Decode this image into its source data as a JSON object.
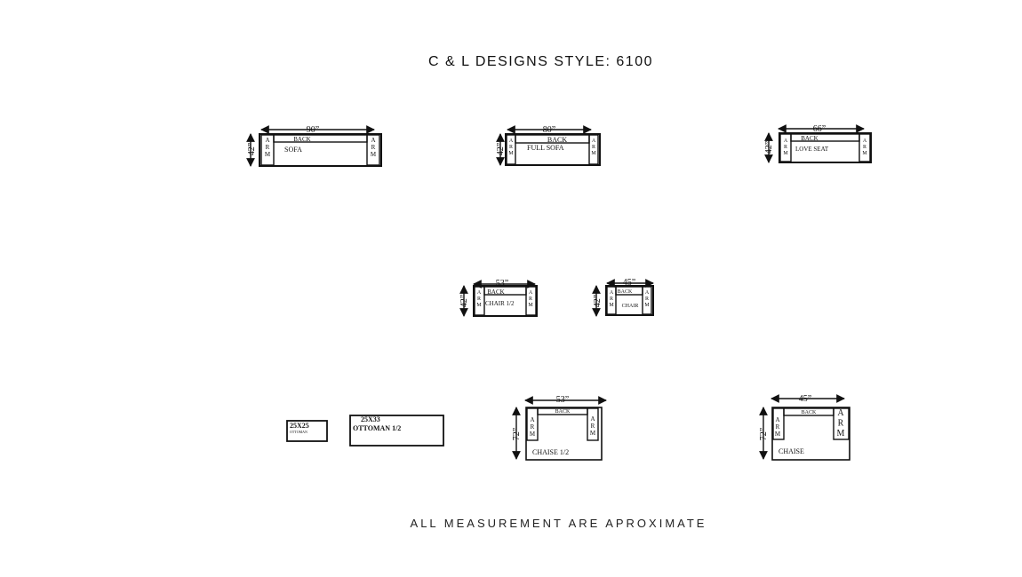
{
  "title": "C & L DESIGNS STYLE: 6100",
  "footer": "ALL MEASUREMENT ARE APROXIMATE",
  "pieces": [
    {
      "id": "sofa",
      "width_label": "90”",
      "depth_label": "42”",
      "back": "BACK",
      "arm_left": "ARM",
      "arm_right": "ARM",
      "name": "SOFA"
    },
    {
      "id": "full-sofa",
      "width_label": "80”",
      "depth_label": "42”",
      "back": "BACK",
      "arm_left": "ARM",
      "arm_right": "ARM",
      "name": "FULL SOFA"
    },
    {
      "id": "love-seat",
      "width_label": "66”",
      "depth_label": "42”",
      "back": "BACK",
      "arm_left": "ARM",
      "arm_right": "ARM",
      "name": "LOVE SEAT"
    },
    {
      "id": "chair-half",
      "width_label": "53”",
      "depth_label": "42”",
      "back": "BACK",
      "arm_left": "ARM",
      "arm_right": "ARM",
      "name": "CHAIR 1/2"
    },
    {
      "id": "chair",
      "width_label": "45”",
      "depth_label": "42”",
      "back": "BACK",
      "arm_left": "ARM",
      "arm_right": "ARM",
      "name": "CHAIR"
    },
    {
      "id": "chaise-half",
      "width_label": "53”",
      "depth_label": "72”",
      "back": "BACK",
      "arm_left": "ARM",
      "arm_right": "ARM",
      "name": "CHAISE 1/2"
    },
    {
      "id": "chaise",
      "width_label": "45”",
      "depth_label": "72”",
      "back": "BACK",
      "arm_left": "ARM",
      "arm_right": "ARM",
      "name": "CHAISE"
    }
  ],
  "ottomans": [
    {
      "id": "ottoman",
      "size": "25X25",
      "name": "OTTOMAN"
    },
    {
      "id": "ottoman-half",
      "size": "25X33",
      "name": "OTTOMAN 1/2"
    }
  ]
}
